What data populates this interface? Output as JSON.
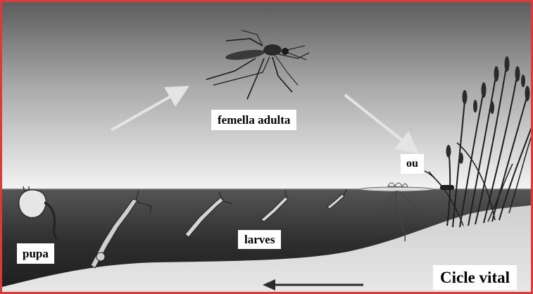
{
  "labels": {
    "adult": "femella adulta",
    "eggs": "ou",
    "larvae": "larves",
    "pupa": "pupa",
    "title": "Cicle vital"
  },
  "colors": {
    "frame": "#d93a3a",
    "sky_top": "#5a5a5a",
    "sky_bottom": "#f2f2f2",
    "water": "#2a2a2a",
    "ground": "#dcdcdc",
    "arrow_light": "#e4e4e4",
    "arrow_dark": "#2b2b2b"
  },
  "icons": {
    "adult": "mosquito-icon",
    "larva": "larva-icon",
    "pupa": "pupa-icon",
    "egg_raft": "egg-raft-icon",
    "reeds": "reeds-icon",
    "lily": "water-lily-icon"
  }
}
